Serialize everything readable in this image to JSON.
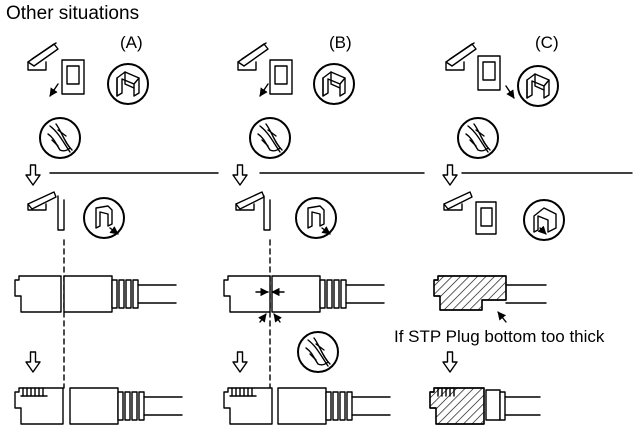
{
  "title": "Other situations",
  "columns": [
    {
      "label": "(A)"
    },
    {
      "label": "(B)"
    },
    {
      "label": "(C)"
    }
  ],
  "note": "If STP Plug bottom too thick",
  "colors": {
    "stroke": "#000000",
    "background": "#ffffff"
  }
}
